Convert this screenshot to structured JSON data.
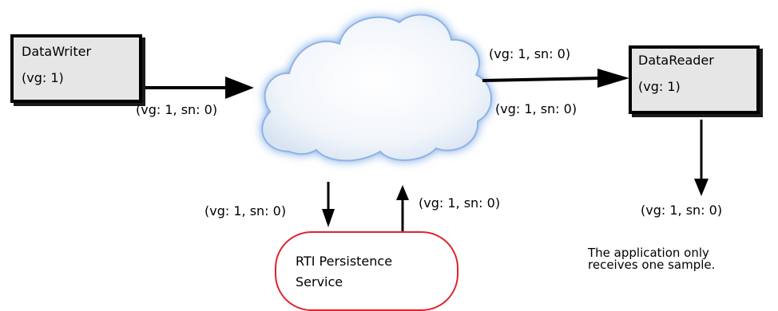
{
  "datawriter": {
    "title": "DataWriter",
    "subtitle": "(vg: 1)"
  },
  "datareader": {
    "title": "DataReader",
    "subtitle": "(vg: 1)"
  },
  "persistence": {
    "line1": "RTI Persistence",
    "line2": "Service"
  },
  "labels": {
    "writer_to_cloud": "(vg: 1, sn: 0)",
    "cloud_to_reader_top": "(vg: 1, sn: 0)",
    "cloud_to_reader_bottom": "(vg: 1, sn: 0)",
    "cloud_to_persistence": "(vg: 1, sn: 0)",
    "persistence_to_cloud": "(vg: 1, sn: 0)",
    "reader_to_app": "(vg: 1, sn: 0)"
  },
  "note": {
    "line1": "The application only",
    "line2": "receives one sample."
  }
}
